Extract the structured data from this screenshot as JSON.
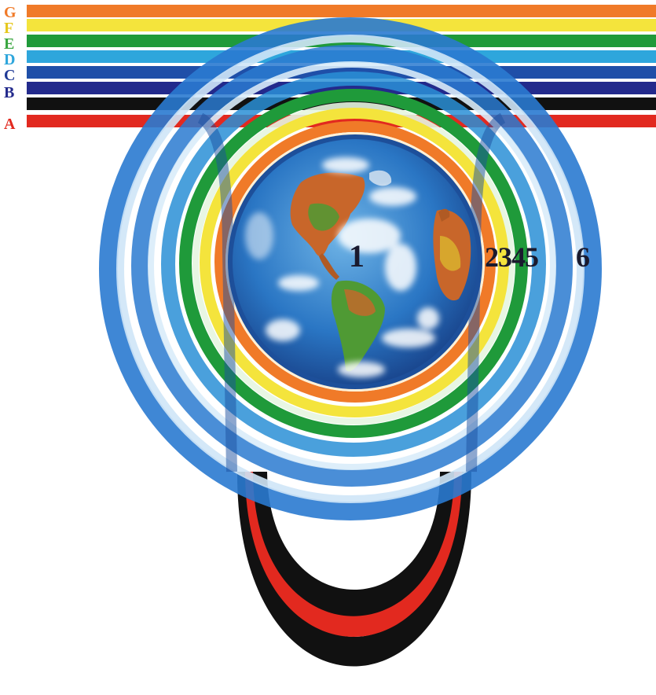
{
  "bands": [
    {
      "letter": "G",
      "color": "#f07a28",
      "letter_color": "#f07a28"
    },
    {
      "letter": "F",
      "color": "#f4e43c",
      "letter_color": "#e6c81e"
    },
    {
      "letter": "E",
      "color": "#1f9a3a",
      "letter_color": "#3aa640"
    },
    {
      "letter": "D",
      "color": "#2ea6dc",
      "letter_color": "#2ea6dc"
    },
    {
      "letter": "C",
      "color": "#1f4fa8",
      "letter_color": "#1f3a96"
    },
    {
      "letter": "B",
      "color": "#232a8c",
      "letter_color": "#232a8c"
    },
    {
      "letter": "",
      "color": "#111111",
      "letter_color": "#111111"
    },
    {
      "letter": "A",
      "color": "#e2291f",
      "letter_color": "#e2291f"
    }
  ],
  "rings": [
    {
      "color": "#2a7ad0"
    },
    {
      "color": "#2a7ad0"
    },
    {
      "color": "#2a8fd6"
    },
    {
      "color": "#1f9a3a"
    },
    {
      "color": "#f4e43c"
    },
    {
      "color": "#f07a28"
    }
  ],
  "earth_label": "1",
  "ring_labels": "2345",
  "outer_ring_label": "6",
  "colors": {
    "earth_ocean": "#2a76c4",
    "earth_land": "#c8662a",
    "earth_vegetation": "#4f9a34",
    "label_color": "#1a1a2e"
  }
}
